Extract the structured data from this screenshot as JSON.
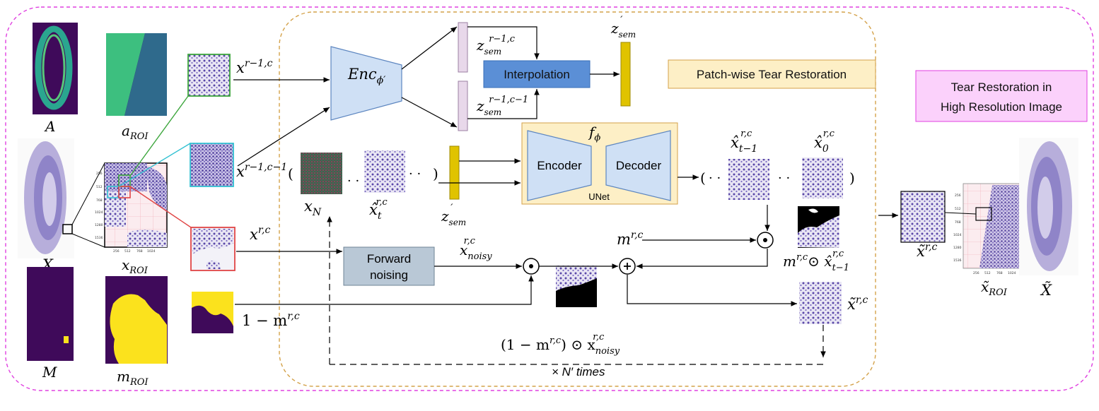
{
  "boxes": {
    "interpolation": "Interpolation",
    "patchwise": "Patch-wise Tear Restoration",
    "highres_line1": "Tear Restoration in",
    "highres_line2": "High Resolution Image",
    "encoder": "Encoder",
    "decoder": "Decoder",
    "unet": "UNet",
    "forward_line1": "Forward",
    "forward_line2": "noising",
    "times": "× N′ times"
  },
  "labels": {
    "A": "A",
    "a_roi_main": "a",
    "a_roi_sub": "ROI",
    "X": "X",
    "x_roi_main": "x",
    "x_roi_sub": "ROI",
    "M": "M",
    "m_roi_main": "m",
    "m_roi_sub": "ROI",
    "x_prev_row_main": "x",
    "x_prev_row_sup": "r−1,c",
    "x_prev_col_main": "x",
    "x_prev_col_sup": "r−1,c−1",
    "x_curr_main": "x",
    "x_curr_sup": "r,c",
    "one_minus_m": "1 − m",
    "one_minus_m_sup": "r,c",
    "enc_main": "Enc",
    "enc_sub": "ϕ′",
    "z_row_main": "z",
    "z_row_sub": "sem",
    "z_row_sup": "r−1,c",
    "z_col_main": "z",
    "z_col_sub": "sem",
    "z_col_sup": "r−1,c−1",
    "z_sem_main": "z",
    "z_sem_sub": "sem",
    "z_sem_sup": "′",
    "f_main": "f",
    "f_sub": "ϕ",
    "x_N_main": "x",
    "x_N_sub": "N",
    "x_t_main": "x̂",
    "x_t_sub": "t",
    "x_t_sup": "r,c",
    "x_tm1_main": "x̂",
    "x_tm1_sub": "t−1",
    "x_tm1_sup": "r,c",
    "x_0_main": "x̂",
    "x_0_sub": "0",
    "x_0_sup": "r,c",
    "x_noisy_main": "x",
    "x_noisy_sub": "noisy",
    "x_noisy_sup": "r,c",
    "m_rc_main": "m",
    "m_rc_sup": "r,c",
    "m_odot_main": "m",
    "m_odot_sup": "r,c",
    "m_odot_op": "⊙ x̂",
    "m_odot_sub": "t−1",
    "m_odot_sup2": "r,c",
    "x_tilde_main": "x̃",
    "x_tilde_sup": "r,c",
    "one_minus_odot": "(1 − m",
    "one_minus_odot_sup": "r,c",
    "one_minus_odot_rest": ") ⊙ x",
    "one_minus_odot_sub": "noisy",
    "one_minus_odot_sup2": "r,c",
    "x_tilde_right_main": "x̃",
    "x_tilde_right_sup": "r,c",
    "x_tilde_roi_main": "x̃",
    "x_tilde_roi_sub": "ROI",
    "X_tilde": "X̃",
    "paren_open_1": "(",
    "paren_close_1": ")",
    "paren_open_2": "(",
    "paren_close_2": ")",
    "dots1": "· ·",
    "dots2": "· ·",
    "dots3": "· ·",
    "dots4": "· ·",
    "odot": "⊙",
    "plus": "+"
  },
  "axis_ticks": {
    "y_left": [
      "256",
      "512",
      "768",
      "1024",
      "1280",
      "1536"
    ],
    "x_left": [
      "256",
      "512",
      "768",
      "1024"
    ],
    "y_right": [
      "256",
      "512",
      "768",
      "1024",
      "1280",
      "1536"
    ],
    "x_right": [
      "256",
      "512",
      "768",
      "1024"
    ]
  },
  "colors": {
    "outer_border": "#e040e0",
    "inner_border": "#d4a24a",
    "encoder_fill": "#cfe0f5",
    "encoder_stroke": "#5d86c0",
    "interp_fill": "#5b8fd6",
    "zsem_fill": "#e0c300",
    "latent_fill": "#e8d8ea",
    "unet_fill": "#fdefc6",
    "forward_fill": "#b9c8d6",
    "patch_fill": "#fdefc6",
    "highres_fill": "#fbd1fb",
    "tissue": "#6a5bb0",
    "mask_yellow": "#fbe21d",
    "mask_purple": "#3f0a5a",
    "green": "#3da63d",
    "cyan": "#33c1d2",
    "red": "#e04545"
  }
}
